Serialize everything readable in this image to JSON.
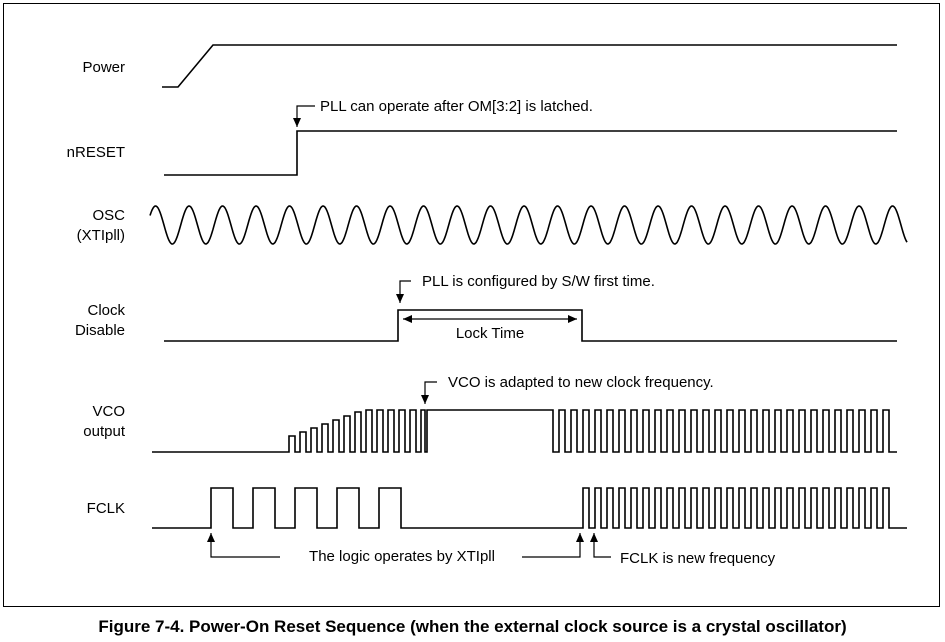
{
  "signals": {
    "power": "Power",
    "nreset": "nRESET",
    "osc_line1": "OSC",
    "osc_line2": "(XTIpll)",
    "clock_line1": "Clock",
    "clock_line2": "Disable",
    "vco_line1": "VCO",
    "vco_line2": "output",
    "fclk": "FCLK"
  },
  "annotations": {
    "pll_operate": "PLL can operate after OM[3:2] is latched.",
    "pll_configured": "PLL is configured by S/W first time.",
    "lock_time": "Lock Time",
    "vco_adapted": "VCO is adapted to new clock frequency.",
    "logic_xtipll": "The logic operates by XTIpll",
    "fclk_new": "FCLK is new frequency"
  },
  "caption": "Figure 7-4. Power-On Reset Sequence (when the external clock source is a crystal oscillator)"
}
